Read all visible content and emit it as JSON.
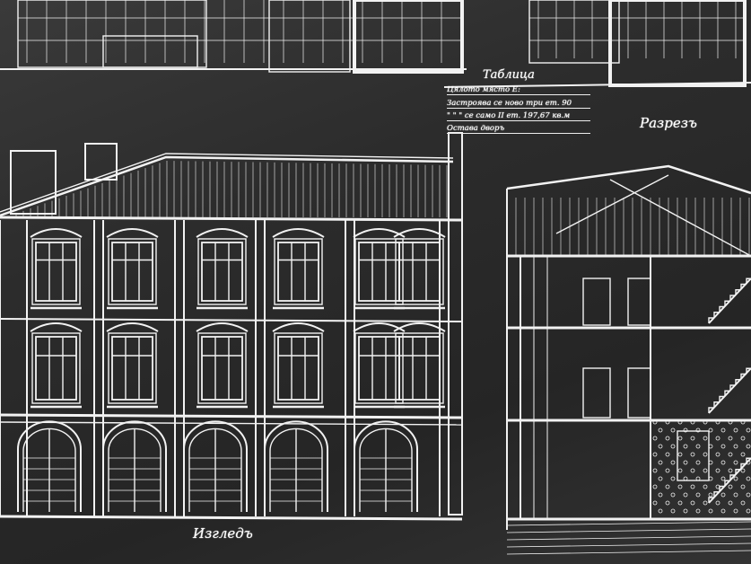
{
  "table": {
    "title": "Таблица",
    "rows": [
      "Цялото място Е:",
      "Застроява се ново три ет. 90",
      "\" \" \" се само II ет. 197,67 кв.м",
      "Остава дворъ"
    ]
  },
  "section_title": "Разрезъ",
  "facade_title": "Изгледъ",
  "colors": {
    "paper": "#1f1f1f",
    "lines": "#f0f0f0"
  }
}
